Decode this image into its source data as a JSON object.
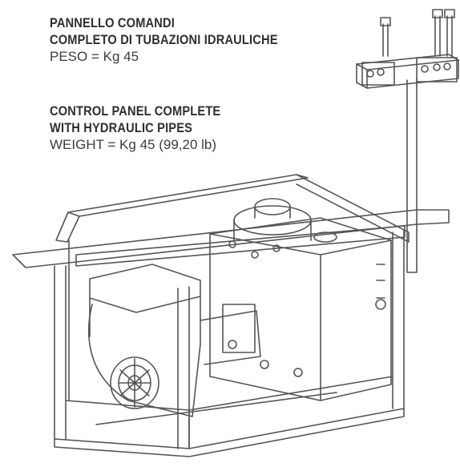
{
  "captions": {
    "italian": {
      "line1": "PANNELLO COMANDI",
      "line2": "COMPLETO DI TUBAZIONI IDRAULICHE",
      "weight": "PESO = Kg 45"
    },
    "english": {
      "line1": "CONTROL PANEL COMPLETE",
      "line2": "WITH HYDRAULIC PIPES",
      "weight": "WEIGHT = Kg 45 (99,20 lb)"
    }
  },
  "colors": {
    "ink": "#3a3a3a",
    "stroke": "#555555",
    "background": "#ffffff"
  },
  "illustration": {
    "subject": "hydraulic power unit frame with engine, tank and valve control panel",
    "icon": "technical-drawing"
  }
}
